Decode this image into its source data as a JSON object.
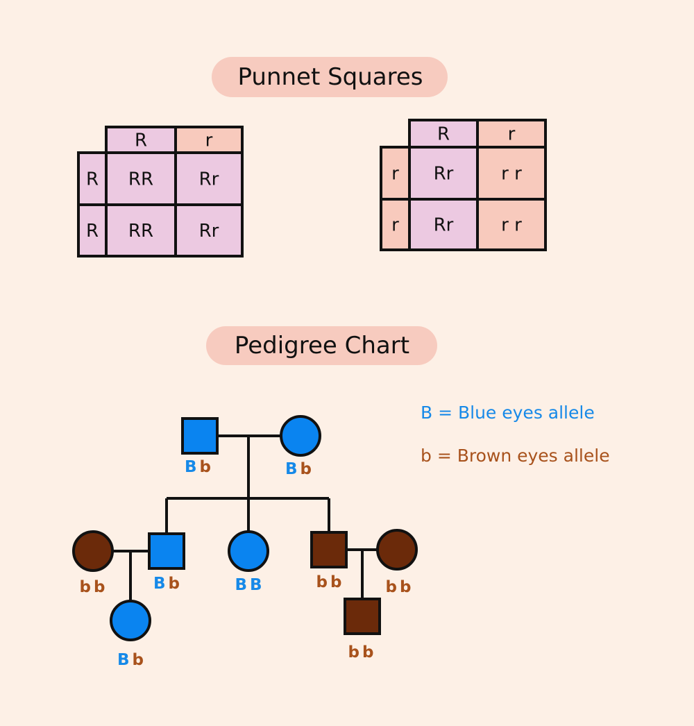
{
  "colors": {
    "background": "#fdf0e6",
    "title_highlight": "#f7cbbf",
    "dominant_cell": "#ecc9e1",
    "recessive_cell": "#f8cabd",
    "blue": "#0a84f0",
    "brown": "#6b2a0a",
    "blue_text": "#1689e8",
    "brown_text": "#a8521c"
  },
  "titles": {
    "punnett": "Punnet Squares",
    "pedigree": "Pedigree Chart"
  },
  "punnett": {
    "squares": [
      {
        "top": [
          {
            "label": "R",
            "type": "dominant"
          },
          {
            "label": "r",
            "type": "recessive"
          }
        ],
        "left": [
          {
            "label": "R",
            "type": "dominant"
          },
          {
            "label": "R",
            "type": "dominant"
          }
        ],
        "cells": [
          [
            {
              "label": "RR",
              "type": "dominant"
            },
            {
              "label": "Rr",
              "type": "dominant"
            }
          ],
          [
            {
              "label": "RR",
              "type": "dominant"
            },
            {
              "label": "Rr",
              "type": "dominant"
            }
          ]
        ]
      },
      {
        "top": [
          {
            "label": "R",
            "type": "dominant"
          },
          {
            "label": "r",
            "type": "recessive"
          }
        ],
        "left": [
          {
            "label": "r",
            "type": "recessive"
          },
          {
            "label": "r",
            "type": "recessive"
          }
        ],
        "cells": [
          [
            {
              "label": "Rr",
              "type": "dominant"
            },
            {
              "label": "r r",
              "type": "recessive"
            }
          ],
          [
            {
              "label": "Rr",
              "type": "dominant"
            },
            {
              "label": "r r",
              "type": "recessive"
            }
          ]
        ]
      }
    ]
  },
  "pedigree": {
    "individuals": [
      {
        "id": "gen1-father",
        "shape": "square",
        "phenotype": "blue",
        "genotype": [
          "B",
          "b"
        ]
      },
      {
        "id": "gen1-mother",
        "shape": "circle",
        "phenotype": "blue",
        "genotype": [
          "B",
          "b"
        ]
      },
      {
        "id": "gen2-spouse-left",
        "shape": "circle",
        "phenotype": "brown",
        "genotype": [
          "b",
          "b"
        ]
      },
      {
        "id": "gen2-son-1",
        "shape": "square",
        "phenotype": "blue",
        "genotype": [
          "B",
          "b"
        ]
      },
      {
        "id": "gen2-daughter",
        "shape": "circle",
        "phenotype": "blue",
        "genotype": [
          "B",
          "B"
        ]
      },
      {
        "id": "gen2-son-2",
        "shape": "square",
        "phenotype": "brown",
        "genotype": [
          "b",
          "b"
        ]
      },
      {
        "id": "gen2-spouse-right",
        "shape": "circle",
        "phenotype": "brown",
        "genotype": [
          "b",
          "b"
        ]
      },
      {
        "id": "gen3-daughter",
        "shape": "circle",
        "phenotype": "blue",
        "genotype": [
          "B",
          "b"
        ]
      },
      {
        "id": "gen3-son",
        "shape": "square",
        "phenotype": "brown",
        "genotype": [
          "b",
          "b"
        ]
      }
    ]
  },
  "legend": [
    {
      "text": "B = Blue eyes allele",
      "color": "blue"
    },
    {
      "text": "b = Brown eyes allele",
      "color": "brown"
    }
  ]
}
